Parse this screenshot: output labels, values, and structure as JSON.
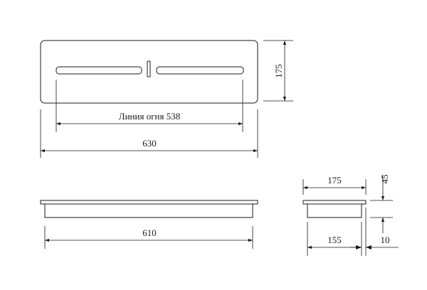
{
  "diagram": {
    "top_view": {
      "fire_line_label": "Линия огня 538",
      "overall_width_label": "630",
      "height_label": "175"
    },
    "front_view": {
      "width_label": "610"
    },
    "side_view": {
      "top_width_label": "175",
      "bottom_width_label": "155",
      "height_label": "45",
      "flange_label": "10"
    },
    "colors": {
      "line": "#1a1a1a",
      "background": "#ffffff"
    }
  }
}
